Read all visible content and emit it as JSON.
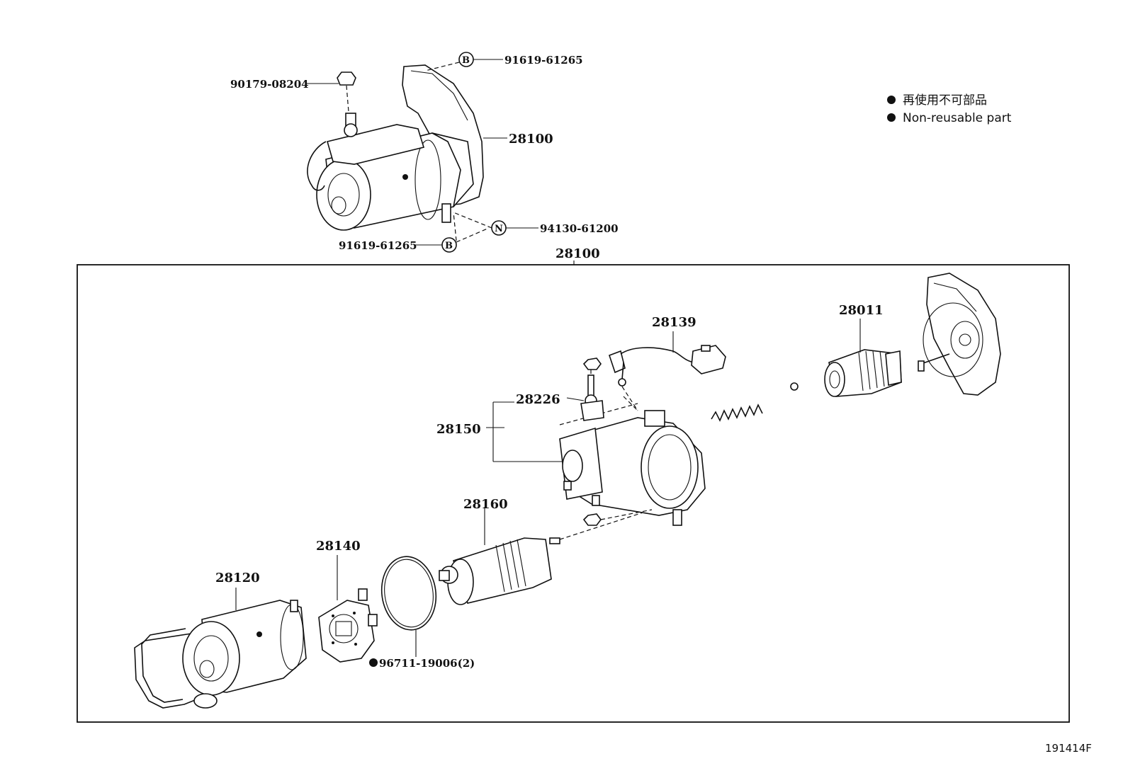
{
  "legend": {
    "line_jp": "再使用不可部品",
    "line_en": "Non-reusable part",
    "marker_icon": "filled-circle-icon"
  },
  "figure_code": "191414F",
  "assembly_label": "28100",
  "box_label": "28100",
  "labels": {
    "bolt_top": "90179-08204",
    "bolt_b_top": "91619-61265",
    "bolt_b_bottom": "91619-61265",
    "nut_n": "94130-61200",
    "yoke": "28120",
    "brush_holder": "28140",
    "o_ring": "96711-19006(2)",
    "armature": "28160",
    "housing": "28150",
    "terminal_kit": "28226",
    "lead_wire": "28139",
    "clutch": "28011"
  },
  "badges": {
    "b_top": "B",
    "b_bottom": "B",
    "n": "N"
  }
}
